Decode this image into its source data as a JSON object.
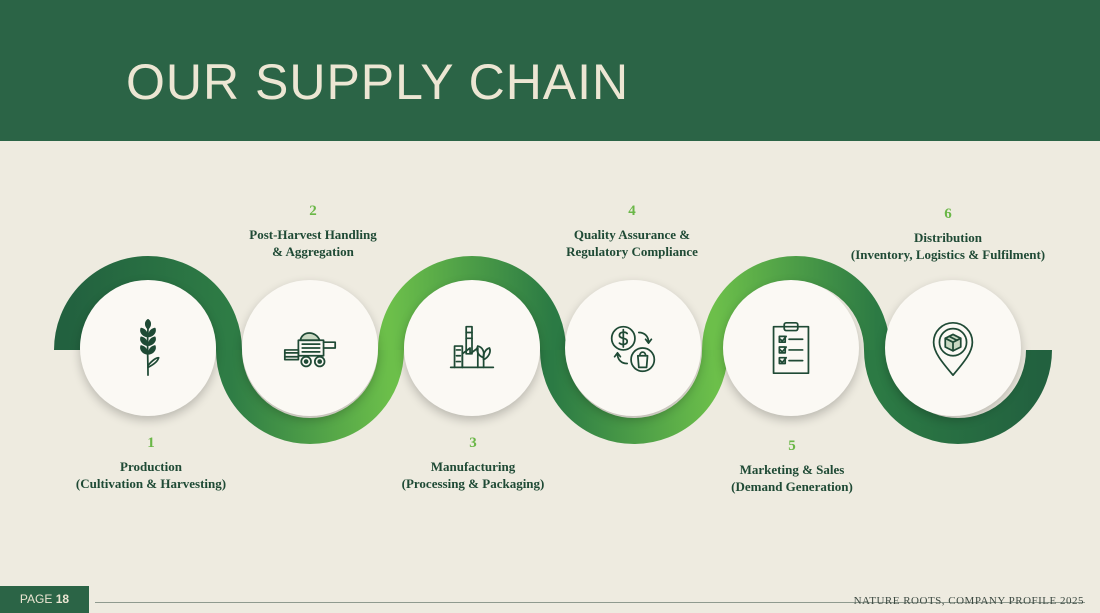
{
  "title": "OUR SUPPLY CHAIN",
  "colors": {
    "header": "#2b6446",
    "background": "#eeebe0",
    "dark_green": "#22613f",
    "light_green": "#6cbf4a",
    "number": "#6ab747",
    "text": "#1f4a35"
  },
  "steps": [
    {
      "number": "1",
      "line1": "Production",
      "line2": "(Cultivation & Harvesting)",
      "icon": "wheat-icon"
    },
    {
      "number": "2",
      "line1": "Post-Harvest Handling",
      "line2": "& Aggregation",
      "icon": "harvester-icon"
    },
    {
      "number": "3",
      "line1": "Manufacturing",
      "line2": "(Processing & Packaging)",
      "icon": "factory-leaf-icon"
    },
    {
      "number": "4",
      "line1": "Quality Assurance &",
      "line2": "Regulatory Compliance",
      "icon": "money-exchange-icon"
    },
    {
      "number": "5",
      "line1": "Marketing & Sales",
      "line2": "(Demand Generation)",
      "icon": "clipboard-checklist-icon"
    },
    {
      "number": "6",
      "line1": "Distribution",
      "line2": "(Inventory, Logistics & Fulfilment)",
      "icon": "location-box-icon"
    }
  ],
  "footer": {
    "page_label": "PAGE",
    "page_number": "18",
    "right_text": "NATURE ROOTS, COMPANY PROFILE 2025"
  }
}
